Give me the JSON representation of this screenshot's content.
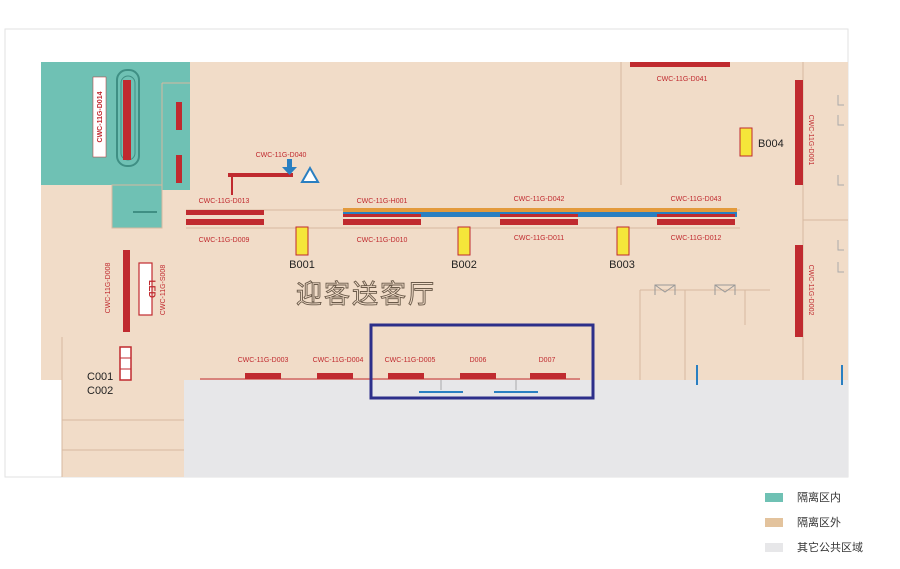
{
  "colors": {
    "inside": "#6fc1b4",
    "outside": "#f1dcc8",
    "public": "#e7e7e9",
    "counter_red": "#c02a2f",
    "gate_yellow": "#f5e63a",
    "line_blue": "#2a7fc1",
    "line_orange": "#e39a3c",
    "highlight": "#2d2f8a"
  },
  "hall_name": "迎客送客厅",
  "counters": {
    "d014": "CWC-11G-D014",
    "d040": "CWC-11G-D040",
    "d041": "CWC-11G-D041",
    "d001": "CWC-11G-D001",
    "d013": "CWC-11G-D013",
    "h001": "CWC-11G-H001",
    "d042": "CWC-11G-D042",
    "d043": "CWC-11G-D043",
    "d009": "CWC-11G-D009",
    "d010": "CWC-11G-D010",
    "d011": "CWC-11G-D011",
    "d012": "CWC-11G-D012",
    "d008": "CWC-11G-D008",
    "s008": "CWC-11G-S008",
    "d002": "CWC-11G-D002",
    "d003": "CWC-11G-D003",
    "d004": "CWC-11G-D004",
    "d005": "CWC-11G-D005",
    "d006": "D006",
    "d007": "D007"
  },
  "gates": {
    "b001": "B001",
    "b002": "B002",
    "b003": "B003",
    "b004": "B004",
    "c001": "C001",
    "c002": "C002"
  },
  "led_label": "LED",
  "legend": [
    {
      "label": "隔离区内",
      "color": "#6fc1b4"
    },
    {
      "label": "隔离区外",
      "color": "#e3c39d"
    },
    {
      "label": "其它公共区域",
      "color": "#e7e7e9"
    }
  ]
}
